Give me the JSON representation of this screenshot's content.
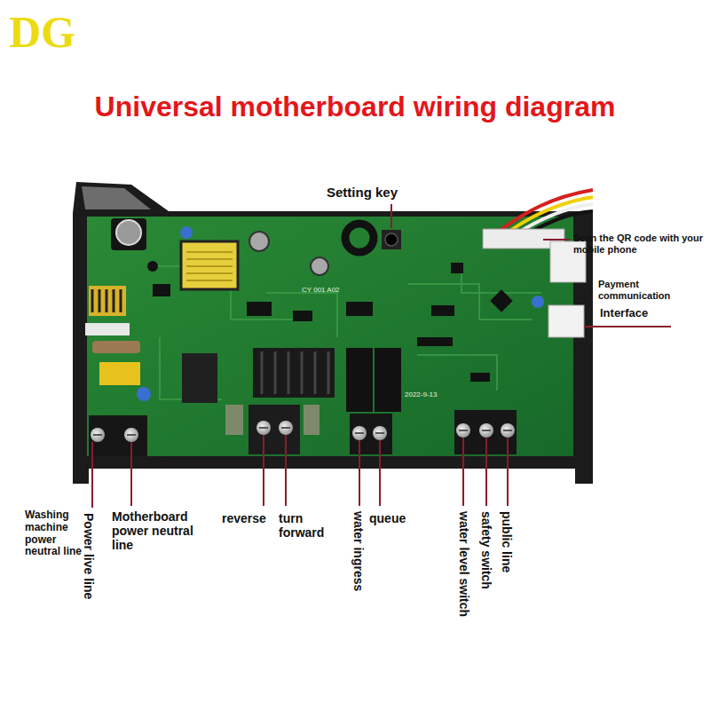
{
  "diagram": {
    "title": "Universal motherboard wiring diagram",
    "labels": [
      "DG",
      "Setting key",
      "Scan the QR code with your mobile phone",
      "Payment communication",
      "Interface",
      "CY 001 A02",
      "2022-9-13",
      "Washing machine power neutral line",
      "Power live line",
      "Motherboard power neutral line",
      "reverse",
      "turn forward",
      "water ingress",
      "queue",
      "water level switch",
      "safety switch",
      "public line"
    ]
  }
}
